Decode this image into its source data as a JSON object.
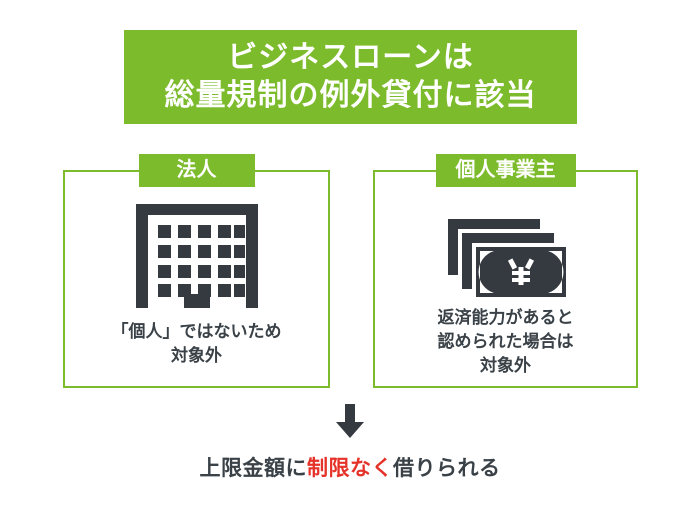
{
  "colors": {
    "green": "#7CBB2B",
    "dark": "#3A4248",
    "red": "#E6332A",
    "white": "#FFFFFF"
  },
  "title": {
    "line1": "ビジネスローンは",
    "line2": "総量規制の例外貸付に該当"
  },
  "boxes": [
    {
      "tab_label": "法人",
      "icon": "office-building-icon",
      "caption_line1": "「個人」ではないため",
      "caption_line2": "対象外",
      "caption_line3": ""
    },
    {
      "tab_label": "個人事業主",
      "icon": "banknotes-yen-icon",
      "caption_line1": "返済能力があると",
      "caption_line2": "認められた場合は",
      "caption_line3": "対象外"
    }
  ],
  "flow": {
    "arrow": "arrow-down-icon"
  },
  "conclusion": {
    "prefix": "上限金額に",
    "emphasis": "制限なく",
    "suffix": "借りられる"
  }
}
